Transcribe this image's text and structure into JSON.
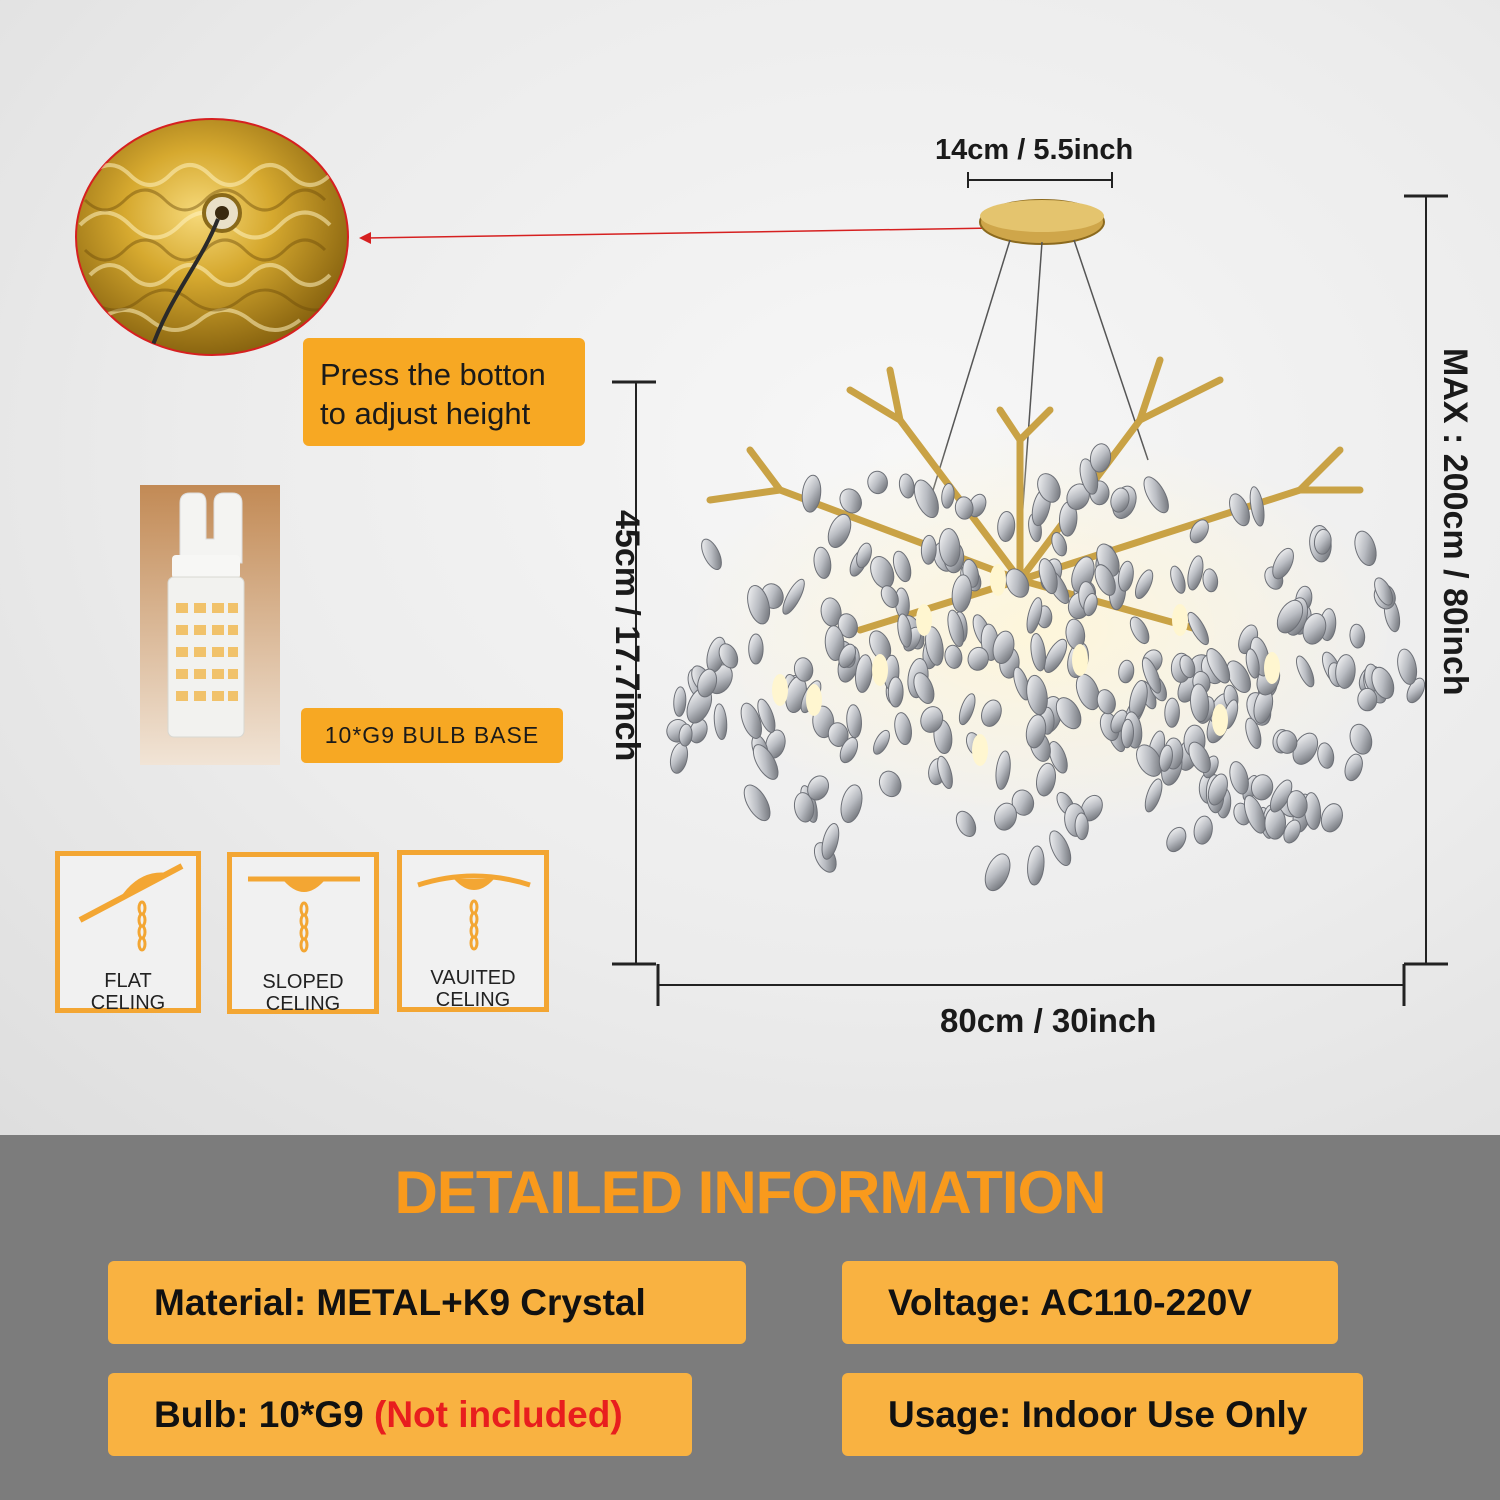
{
  "dimensions": {
    "canopy_width": "14cm / 5.5inch",
    "height": "45cm / 17.7inch",
    "max_height": "MAX : 200cm / 80inch",
    "width": "80cm / 30inch"
  },
  "callouts": {
    "adjust_height": [
      "Press the botton",
      "to adjust height"
    ],
    "bulb_base": "10*G9 BULB BASE"
  },
  "ceilings": [
    {
      "line1": "FLAT",
      "line2": "CELING"
    },
    {
      "line1": "SLOPED",
      "line2": "CELING"
    },
    {
      "line1": "VAUITED",
      "line2": "CELING"
    }
  ],
  "details": {
    "heading": "DETAILED INFORMATION",
    "material": "Material: METAL+K9 Crystal",
    "voltage": "Voltage: AC110-220V",
    "bulb": "Bulb: 10*G9 ",
    "bulb_note": "(Not included)",
    "usage": "Usage: Indoor Use Only"
  },
  "colors": {
    "accent_orange": "#f7a823",
    "heading_orange": "#f99a1c",
    "note_red": "#e81e1e",
    "gold": "#c9a245"
  }
}
